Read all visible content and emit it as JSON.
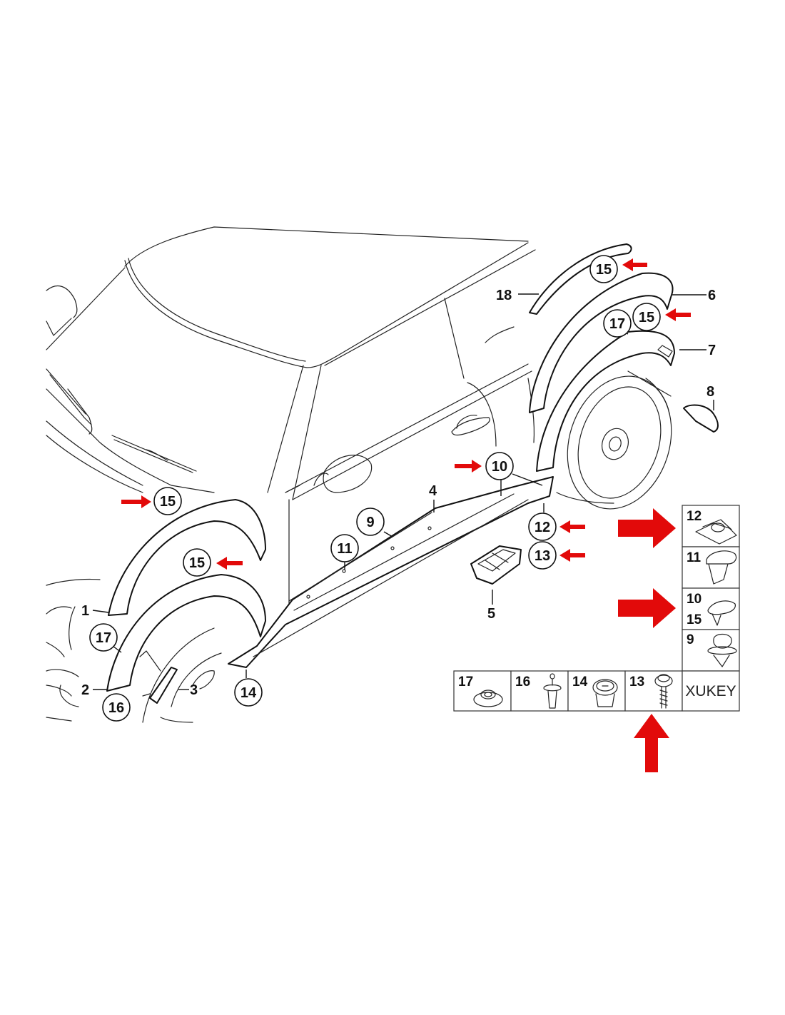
{
  "diagram": {
    "title": "",
    "accent_color": "#e20a0a",
    "line_color": "#111111",
    "callouts": [
      {
        "id": "c15-front-top",
        "label": "15",
        "circled": true,
        "highlighted": true
      },
      {
        "id": "c15-front-mid",
        "label": "15",
        "circled": true,
        "highlighted": true
      },
      {
        "id": "c17-front",
        "label": "17",
        "circled": true,
        "highlighted": false
      },
      {
        "id": "c16-front",
        "label": "16",
        "circled": true,
        "highlighted": false
      },
      {
        "id": "c14",
        "label": "14",
        "circled": true,
        "highlighted": false
      },
      {
        "id": "c11",
        "label": "11",
        "circled": true,
        "highlighted": false
      },
      {
        "id": "c9",
        "label": "9",
        "circled": true,
        "highlighted": false
      },
      {
        "id": "c10",
        "label": "10",
        "circled": true,
        "highlighted": true
      },
      {
        "id": "c12",
        "label": "12",
        "circled": true,
        "highlighted": true
      },
      {
        "id": "c13",
        "label": "13",
        "circled": true,
        "highlighted": true
      },
      {
        "id": "c15-rear-top",
        "label": "15",
        "circled": true,
        "highlighted": true
      },
      {
        "id": "c15-rear-mid",
        "label": "15",
        "circled": true,
        "highlighted": true
      },
      {
        "id": "c17-rear",
        "label": "17",
        "circled": true,
        "highlighted": false
      }
    ],
    "part_labels": [
      {
        "id": "p1",
        "label": "1",
        "part": "front wheel arch trim (upper)"
      },
      {
        "id": "p2",
        "label": "2",
        "part": "front wheel arch trim (lower)"
      },
      {
        "id": "p3",
        "label": "3",
        "part": "side marker / trim piece"
      },
      {
        "id": "p4",
        "label": "4",
        "part": "side sill panel"
      },
      {
        "id": "p5",
        "label": "5",
        "part": "jack pad"
      },
      {
        "id": "p6",
        "label": "6",
        "part": "rear wheel arch trim (upper)"
      },
      {
        "id": "p7",
        "label": "7",
        "part": "rear wheel arch trim (lower)"
      },
      {
        "id": "p8",
        "label": "8",
        "part": "rear end cap"
      },
      {
        "id": "p18",
        "label": "18",
        "part": "rear arch strip"
      }
    ],
    "fastener_grid": {
      "column": [
        {
          "labels": [
            "12"
          ],
          "name": "clip nut"
        },
        {
          "labels": [
            "11"
          ],
          "name": "expanding rivet"
        },
        {
          "labels": [
            "10",
            "15"
          ],
          "name": "trim clip"
        },
        {
          "labels": [
            "9"
          ],
          "name": "push clip"
        }
      ],
      "row": [
        {
          "labels": [
            "17"
          ],
          "name": "grommet"
        },
        {
          "labels": [
            "16"
          ],
          "name": "push rivet"
        },
        {
          "labels": [
            "14"
          ],
          "name": "plastic nut"
        },
        {
          "labels": [
            "13"
          ],
          "name": "screw with washer"
        }
      ],
      "brand_cell": "XUKEY"
    },
    "big_arrows": [
      {
        "id": "arrow-to-12",
        "direction": "right"
      },
      {
        "id": "arrow-to-10-15",
        "direction": "right"
      },
      {
        "id": "arrow-to-13",
        "direction": "up"
      }
    ]
  }
}
